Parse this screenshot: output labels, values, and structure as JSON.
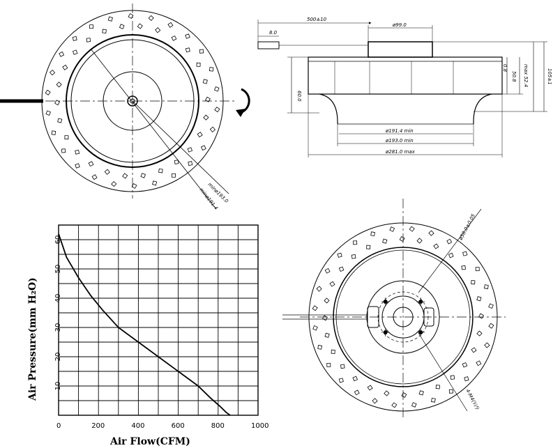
{
  "top_left_view": {
    "labels": {
      "min193": "minø193.0",
      "min191": "minø191.4"
    }
  },
  "side_view": {
    "labels": {
      "cable_len": "500±10",
      "cable_dia": "8.0",
      "hub_dia": "ø99.0",
      "height_60": "60.0",
      "dim_08": "0.8",
      "dim_508": "50.8",
      "max_524": "max 52.4",
      "total_105": "105±1",
      "d1914": "ø191.4  min",
      "d1930": "ø193.0  min",
      "d2810": "ø281.0  max"
    }
  },
  "bottom_view": {
    "labels": {
      "pcd": "ø58.0±0.05",
      "screws": "4-M4(½⁴)"
    }
  },
  "chart_data": {
    "type": "line",
    "xlabel": "Air Flow(CFM)",
    "ylabel": "Air Pressure(mm H₂O)",
    "xlim": [
      0,
      1000
    ],
    "ylim": [
      0,
      65
    ],
    "x_ticks": [
      0,
      200,
      400,
      600,
      800,
      1000
    ],
    "y_ticks": [
      10,
      20,
      30,
      40,
      50,
      60
    ],
    "grid": true,
    "series": [
      {
        "x": [
          0,
          40,
          100,
          160,
          220,
          300,
          400,
          500,
          600,
          700,
          760,
          810,
          840,
          860
        ],
        "y": [
          62,
          54,
          47,
          41,
          36,
          30,
          25,
          20,
          15,
          10,
          6,
          3,
          1,
          0
        ]
      }
    ]
  }
}
